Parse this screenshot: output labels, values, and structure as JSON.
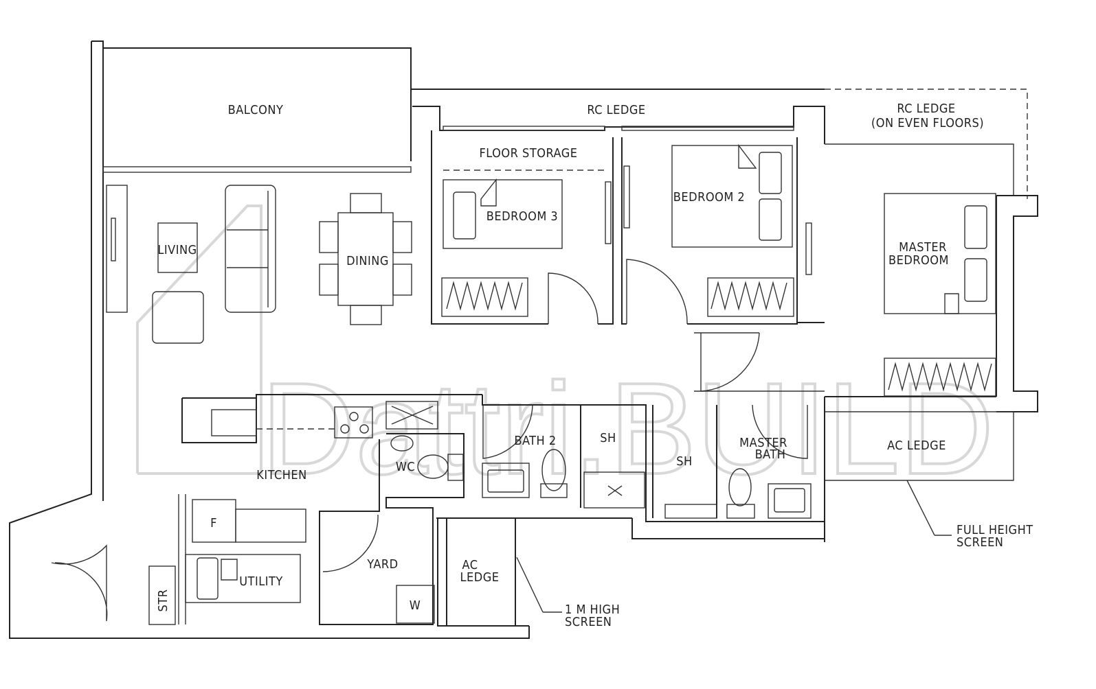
{
  "watermark": "Dattri.BUILD",
  "rooms": {
    "balcony": "BALCONY",
    "rc_ledge": "RC LEDGE",
    "rc_ledge_even_1": "RC LEDGE",
    "rc_ledge_even_2": "(ON EVEN FLOORS)",
    "floor_storage": "FLOOR STORAGE",
    "bedroom_3": "BEDROOM 3",
    "bedroom_2": "BEDROOM 2",
    "master_bedroom_1": "MASTER",
    "master_bedroom_2": "BEDROOM",
    "living": "LIVING",
    "dining": "DINING",
    "kitchen": "KITCHEN",
    "wc": "WC",
    "bath_2": "BATH 2",
    "sh_1": "SH",
    "sh_2": "SH",
    "master_bath_1": "MASTER",
    "master_bath_2": "BATH",
    "ac_ledge_right": "AC LEDGE",
    "ac_ledge_mid_1": "AC",
    "ac_ledge_mid_2": "LEDGE",
    "yard": "YARD",
    "utility": "UTILITY",
    "fridge": "F",
    "washer": "W",
    "store": "STR"
  },
  "callouts": {
    "full_height_1": "FULL HEIGHT",
    "full_height_2": "SCREEN",
    "one_m_1": "1 M HIGH",
    "one_m_2": "SCREEN"
  }
}
